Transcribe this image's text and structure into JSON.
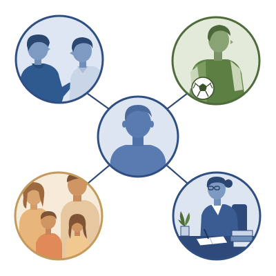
{
  "diagram": {
    "type": "social-network-illustration",
    "background_color": "#ffffff",
    "connector_color": "#2e4a75",
    "nodes": [
      {
        "id": "center",
        "subject": "child-silhouette",
        "ring_color": "#2f4f82",
        "fill_color": "#dde5f1"
      },
      {
        "id": "top-left",
        "subject": "two-boys-talking",
        "ring_color": "#2f4f82",
        "fill_color": "#dde6f2"
      },
      {
        "id": "top-right",
        "subject": "boy-with-soccer-ball",
        "ring_color": "#4e6b3a",
        "fill_color": "#e3ead9"
      },
      {
        "id": "bottom-left",
        "subject": "family-group",
        "ring_color": "#c49a5c",
        "fill_color": "#f6ead9"
      },
      {
        "id": "bottom-right",
        "subject": "teacher-at-desk",
        "ring_color": "#2f4f82",
        "fill_color": "#dde5f1"
      }
    ],
    "edges": [
      {
        "from": "center",
        "to": "top-left"
      },
      {
        "from": "center",
        "to": "top-right"
      },
      {
        "from": "center",
        "to": "bottom-left"
      },
      {
        "from": "center",
        "to": "bottom-right"
      }
    ]
  }
}
